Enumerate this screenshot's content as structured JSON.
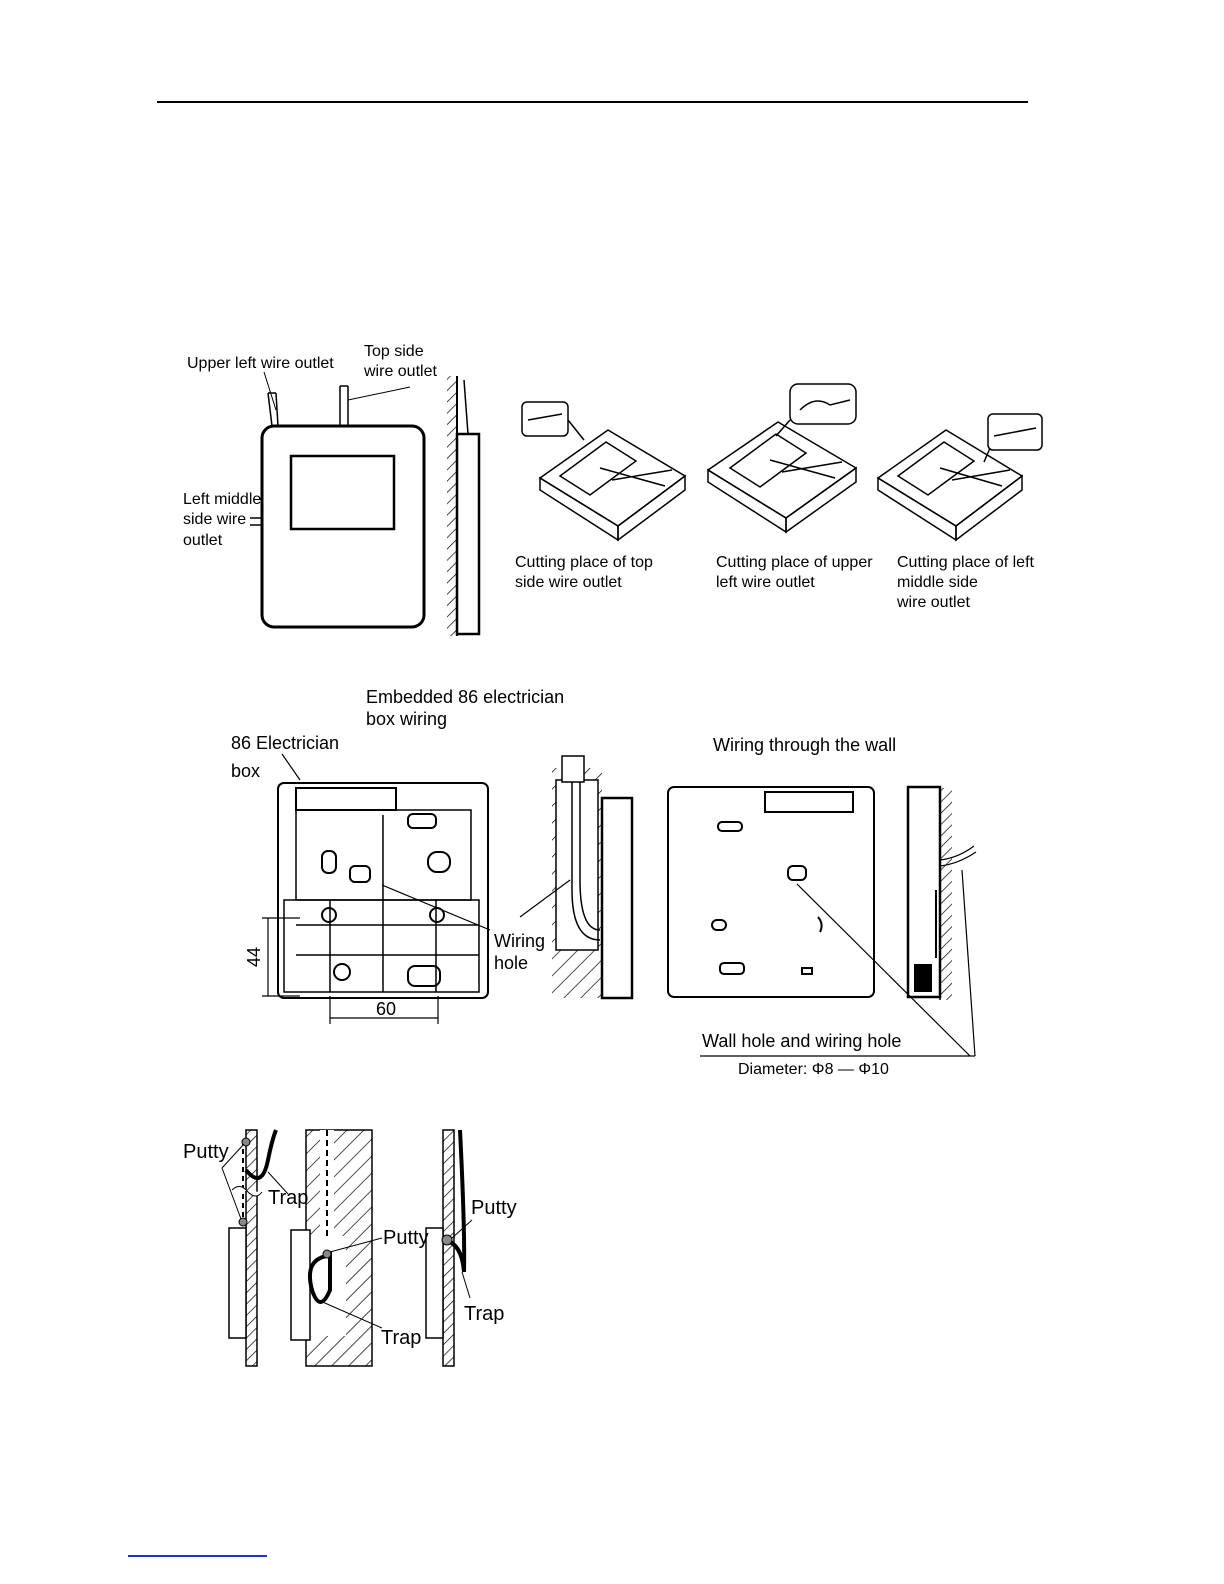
{
  "fig1": {
    "upper_left_outlet": "Upper left wire outlet",
    "top_side_line1": "Top side",
    "top_side_line2": "wire outlet",
    "left_middle_line1": "Left middle",
    "left_middle_line2": "side wire",
    "left_middle_line3": "outlet"
  },
  "fig2": {
    "cut_top_line1": "Cutting place of top",
    "cut_top_line2": "side wire outlet",
    "cut_upper_left_line1": "Cutting place of upper",
    "cut_upper_left_line2": "left wire outlet",
    "cut_left_middle_line1": "Cutting place of left",
    "cut_left_middle_line2": "middle side",
    "cut_left_middle_line3": "wire outlet"
  },
  "fig3": {
    "embedded_line1": "Embedded 86 electrician",
    "embedded_line2": "box wiring",
    "box_line1": "86 Electrician",
    "box_line2": "box",
    "dim_vertical": "44",
    "dim_horizontal": "60",
    "wiring_hole_line1": "Wiring",
    "wiring_hole_line2": "hole",
    "through_wall": "Wiring through the wall",
    "wall_hole": "Wall hole and wiring hole",
    "diameter": "Diameter: Φ8 — Φ10"
  },
  "fig4": {
    "putty_1": "Putty",
    "trap_1": "Trap",
    "putty_2": "Putty",
    "trap_2": "Trap",
    "putty_3": "Putty",
    "trap_3": "Trap"
  }
}
